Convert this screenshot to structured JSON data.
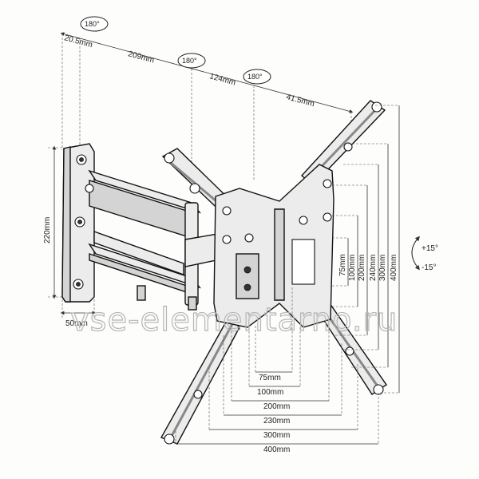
{
  "rotation_labels": [
    "180°",
    "180°",
    "180°"
  ],
  "top_dims": [
    "20.5mm",
    "209mm",
    "124mm",
    "41.5mm"
  ],
  "left_dims": [
    "220mm",
    "50mm"
  ],
  "right_dims": [
    "75mm",
    "100mm",
    "200mm",
    "240mm",
    "300mm",
    "400mm"
  ],
  "bottom_dims": [
    "75mm",
    "100mm",
    "200mm",
    "230mm",
    "300mm",
    "400mm"
  ],
  "tilt_labels": [
    "+15°",
    "-15°"
  ],
  "watermark": "vse-elementarno.ru"
}
